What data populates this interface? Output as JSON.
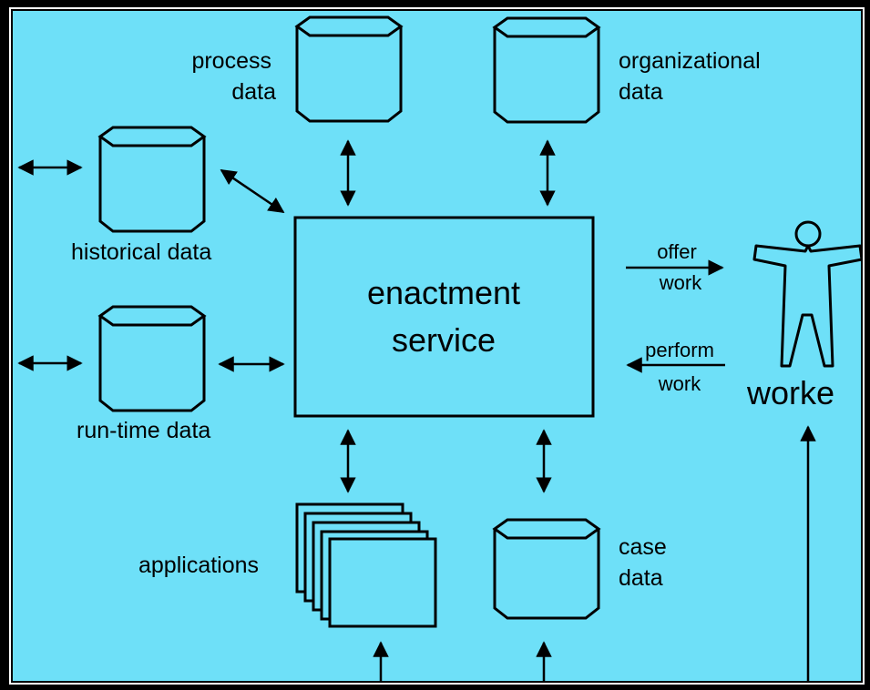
{
  "labels": {
    "process": [
      "process",
      "data"
    ],
    "organizational": [
      "organizational",
      "data"
    ],
    "historical": "historical data",
    "runtime": "run-time data",
    "enactment": [
      "enactment",
      "service"
    ],
    "offer": [
      "offer",
      "work"
    ],
    "perform": [
      "perform",
      "work"
    ],
    "worker": "worke",
    "applications": "applications",
    "case": [
      "case",
      "data"
    ]
  },
  "colors": {
    "background": "#6ee0f8",
    "frame": "#000000",
    "ink": "#000000"
  }
}
